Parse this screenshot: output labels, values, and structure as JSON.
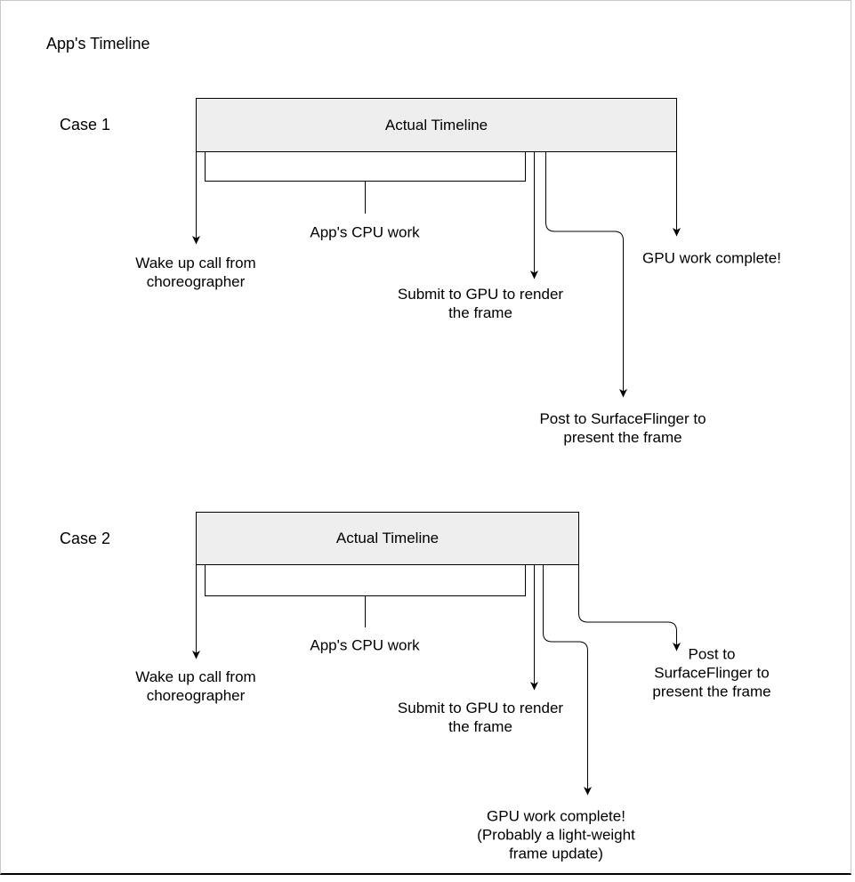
{
  "page": {
    "title": "App's Timeline",
    "background_color": "#ffffff",
    "box_fill_color": "#eeeeee",
    "line_color": "#000000",
    "border_color": "#c9c9c9"
  },
  "case1": {
    "label": "Case 1",
    "timeline_box_label": "Actual Timeline",
    "annotations": {
      "wake": "Wake up call from\nchoreographer",
      "cpu": "App's CPU work",
      "submit": "Submit to GPU to render\nthe frame",
      "gpu": "GPU work complete!",
      "post": "Post to SurfaceFlinger to\npresent the frame"
    }
  },
  "case2": {
    "label": "Case 2",
    "timeline_box_label": "Actual Timeline",
    "annotations": {
      "wake": "Wake up call from\nchoreographer",
      "cpu": "App's CPU work",
      "submit": "Submit to GPU to render\nthe frame",
      "post": "Post to SurfaceFlinger to\npresent the frame",
      "gpu": "GPU work complete!\n(Probably a light-weight\nframe update)"
    }
  }
}
